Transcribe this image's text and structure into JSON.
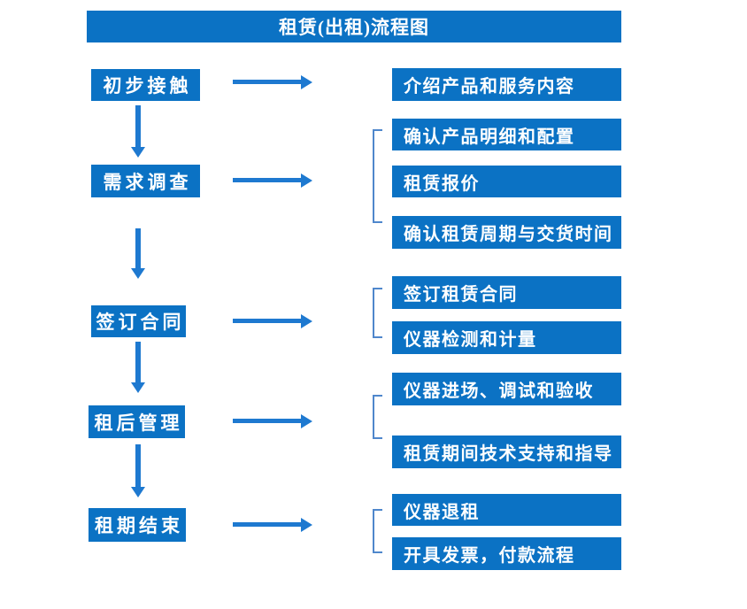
{
  "title": "租赁(出租)流程图",
  "colors": {
    "box_blue": "#0b72c4",
    "arrow_blue": "#1e79d0",
    "bracket_blue": "#4f87cc",
    "text_white": "#ffffff",
    "page_bg": "#ffffff"
  },
  "flow": {
    "steps": [
      {
        "label": "初步接触",
        "details": [
          "介绍产品和服务内容"
        ]
      },
      {
        "label": "需求调查",
        "details": [
          "确认产品明细和配置",
          "租赁报价",
          "确认租赁周期与交货时间"
        ]
      },
      {
        "label": "签订合同",
        "details": [
          "签订租赁合同",
          "仪器检测和计量"
        ]
      },
      {
        "label": "租后管理",
        "details": [
          "仪器进场、调试和验收",
          "租赁期间技术支持和指导"
        ]
      },
      {
        "label": "租期结束",
        "details": [
          "仪器退租",
          "开具发票，付款流程"
        ]
      }
    ]
  }
}
